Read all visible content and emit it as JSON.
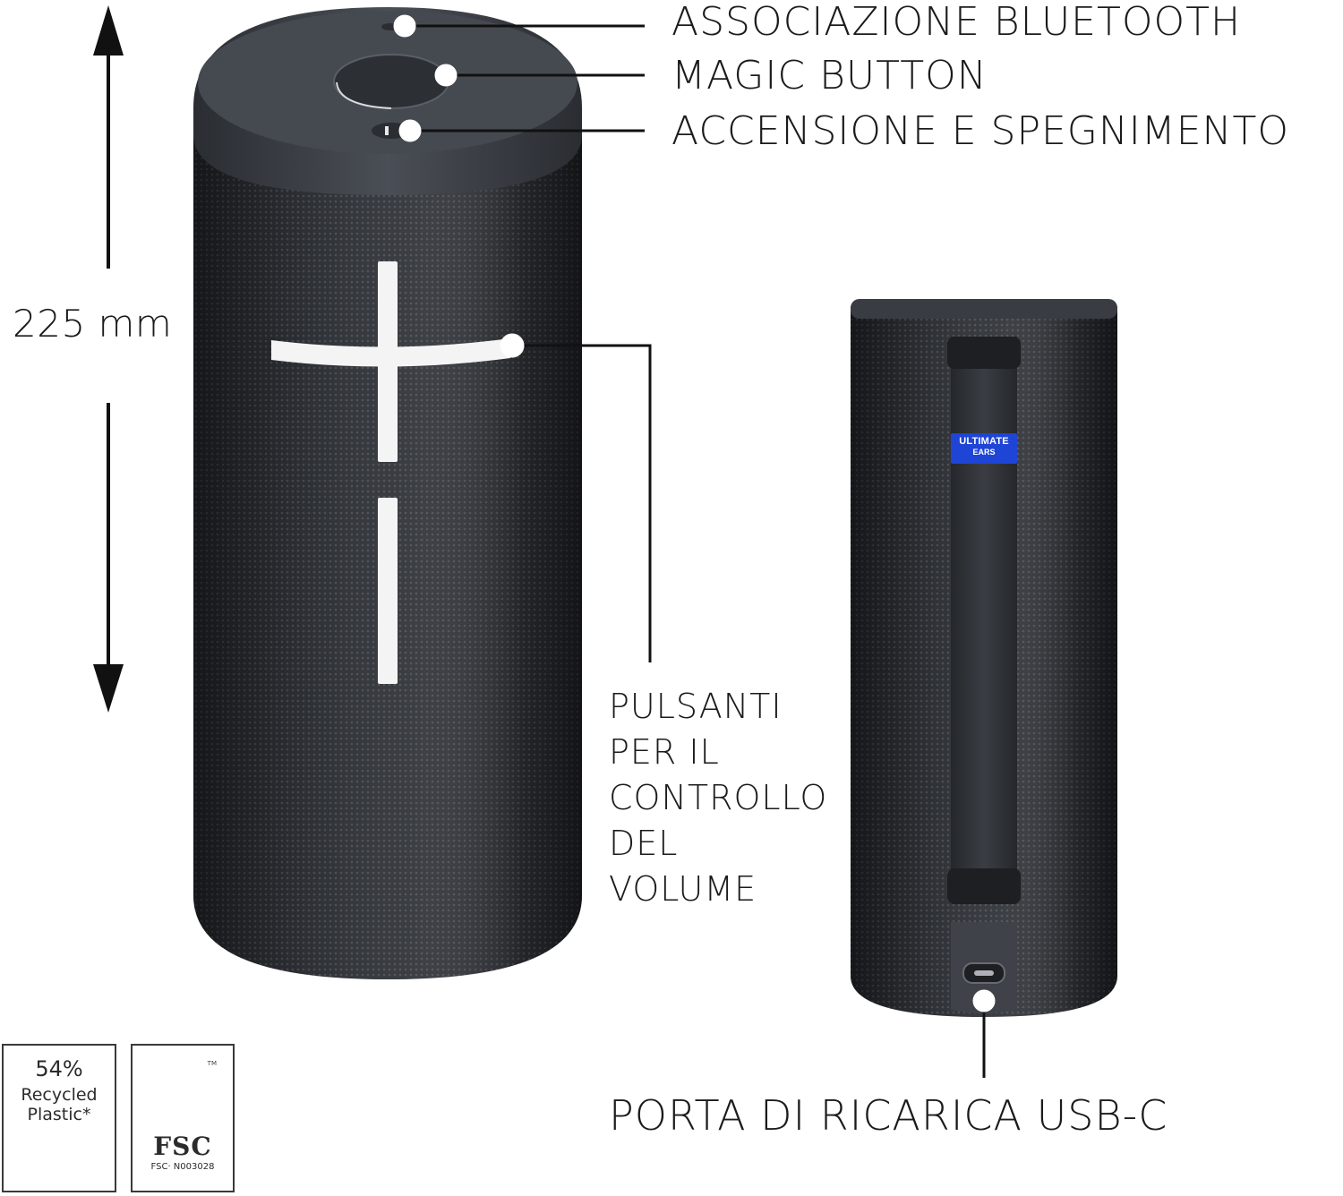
{
  "callouts": {
    "bluetooth": "ASSOCIAZIONE BLUETOOTH",
    "magic": "MAGIC BUTTON",
    "power": "ACCENSIONE E SPEGNIMENTO",
    "volume_lines": [
      "PULSANTI",
      "PER IL",
      "CONTROLLO",
      "DEL",
      "VOLUME"
    ],
    "usb": "PORTA DI RICARICA USB-C"
  },
  "dimension": {
    "height_label": "225 mm"
  },
  "brand_tag": {
    "line1": "ULTIMATE",
    "line2": "EARS"
  },
  "badges": {
    "recycled": {
      "percent": "54%",
      "line1": "Recycled",
      "line2": "Plastic*"
    },
    "fsc": {
      "word": "FSC",
      "code": "FSC· N003028",
      "tm": "TM"
    }
  },
  "colors": {
    "speaker_body": "#2b2e33",
    "speaker_cap": "#3b3f45",
    "brand_blue": "#1f45d6",
    "text": "#1b1b1b"
  }
}
